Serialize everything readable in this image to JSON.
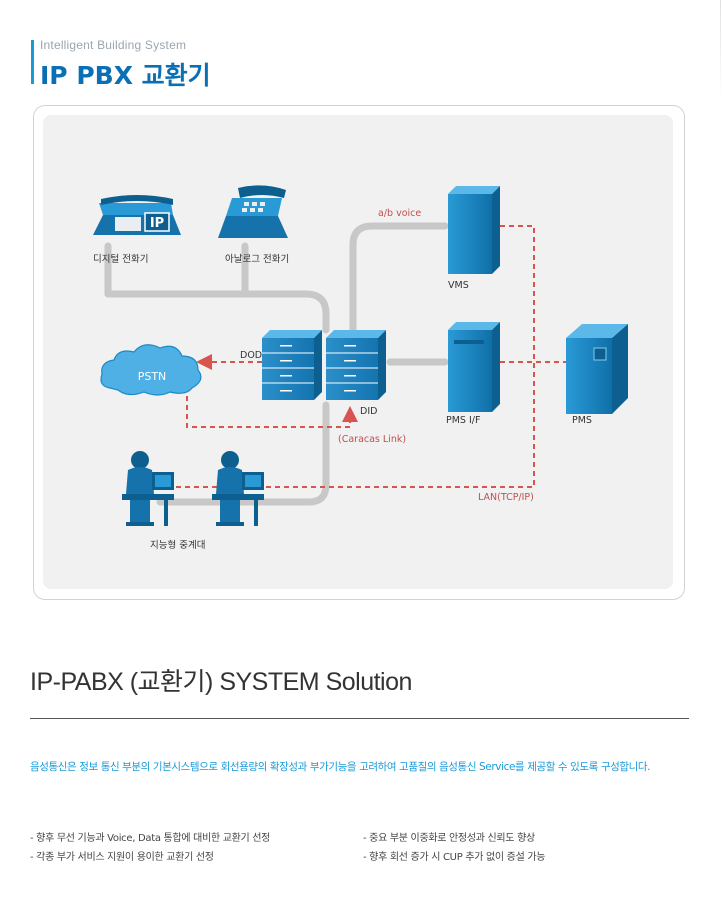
{
  "header": {
    "subtitle": "Intelligent Building System",
    "title": "IP PBX 교환기"
  },
  "diagram": {
    "nodes": {
      "digital_phone": "디지털 전화기",
      "analog_phone": "아날로그 전화기",
      "vms": "VMS",
      "pms_if": "PMS I/F",
      "pms": "PMS",
      "pstn": "PSTN",
      "operator": "지능형 중계대",
      "ip_badge": "IP"
    },
    "links": {
      "ab_voice": "a/b voice",
      "dod": "DOD",
      "did": "DID",
      "caracas": "(Caracas Link)",
      "lan": "LAN(TCP/IP)"
    },
    "colors": {
      "device_blue": "#1a8ac6",
      "device_dark": "#0d5f8f",
      "link_gray": "#c8c8c8",
      "dashed_red": "#d9534f"
    }
  },
  "section": {
    "title": "IP-PABX (교환기) SYSTEM Solution",
    "description": "음성통신은 정보 통신 부분의 기본시스템으로 회선용량의 확장성과 부가기능을 고려하여 고품질의 음성통신 Service를 제공할 수 있도록 구성합니다.",
    "bullets": [
      "- 향후 무선 기능과 Voice, Data 통합에 대비한 교환기 선정",
      "- 각종 부가 서비스 지원이 용이한 교환기 선정",
      "- 중요 부분 이중화로 안정성과 신뢰도 향상",
      "- 향후 회선 증가 시 CUP 추가 없이 증설 가능"
    ]
  }
}
